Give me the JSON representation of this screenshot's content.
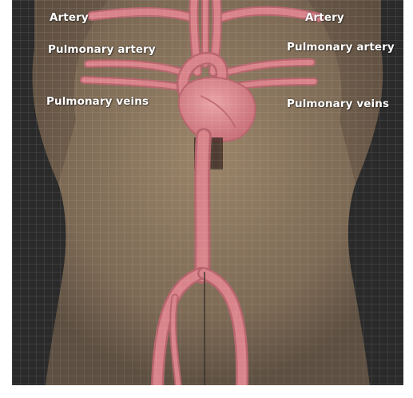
{
  "labels": {
    "artery_left": "Artery",
    "artery_right": "Artery",
    "pulmonary_artery_left": "Pulmonary artery",
    "pulmonary_artery_right": "Pulmonary artery",
    "pulmonary_veins_left": "Pulmonary veins",
    "pulmonary_veins_right": "Pulmonary veins"
  },
  "colors": {
    "background": "#2b2b2b",
    "torso": "#8b765f",
    "vessel": "#d9848a",
    "vessel_edge": "#b8646d",
    "heart": "#dc8e92",
    "grid": "#ffffff"
  }
}
